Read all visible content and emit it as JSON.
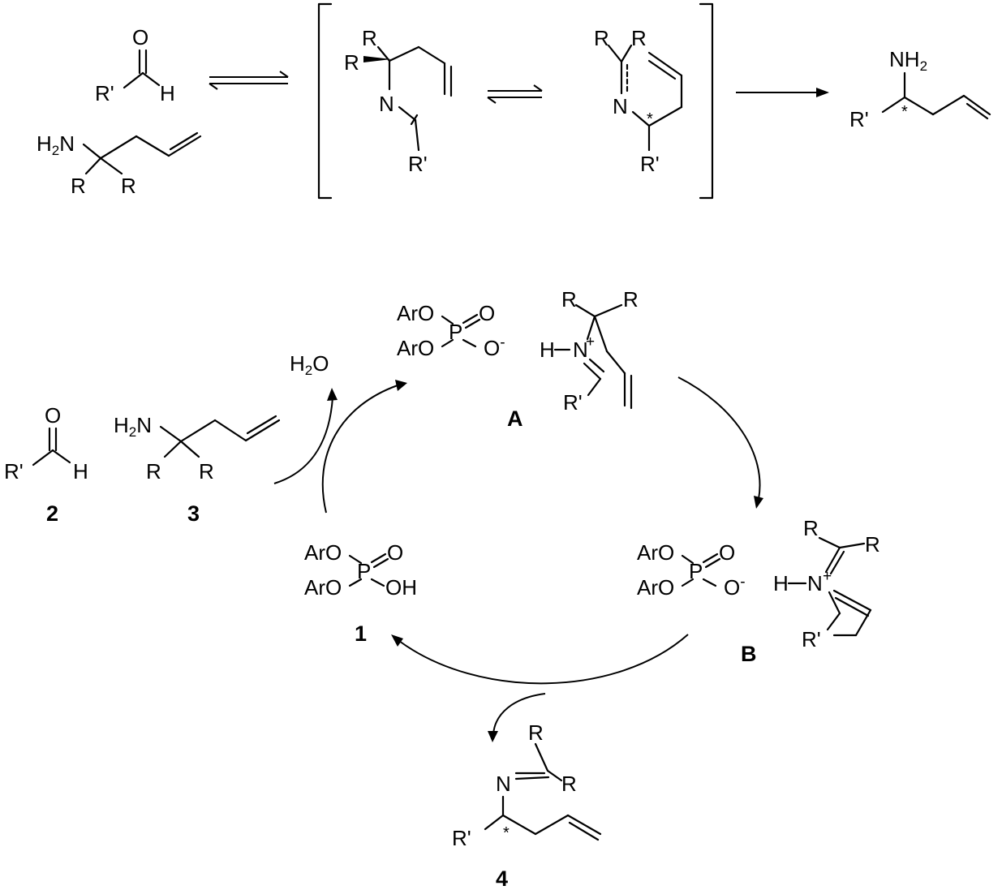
{
  "atoms": {
    "O": "O",
    "H": "H",
    "N": "N",
    "NH": "NH",
    "NH2": "NH",
    "two": "2",
    "R": "R",
    "Rp": "R'",
    "star": "*",
    "ArO": "ArO",
    "P": "P",
    "OH": "OH",
    "Ominus": "O",
    "minus": "-",
    "plus": "+",
    "Hdash": "H"
  },
  "labels": {
    "water": "H2O",
    "catalyst": "1",
    "aldehyde": "2",
    "amine": "3",
    "product": "4",
    "intermediate_A": "A",
    "intermediate_B": "B"
  }
}
